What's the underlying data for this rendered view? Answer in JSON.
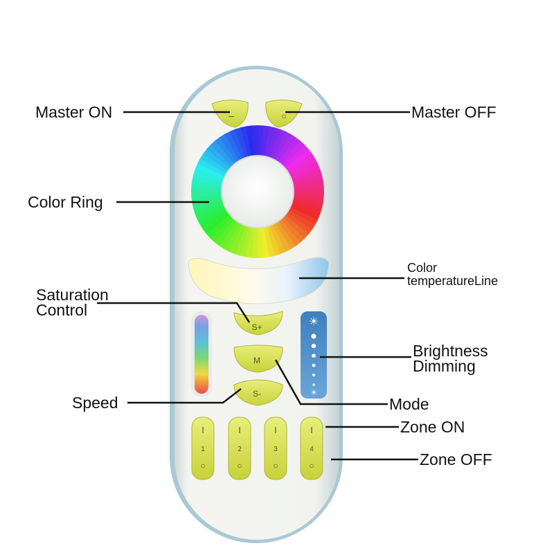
{
  "callouts": {
    "master_on": "Master ON",
    "master_off": "Master OFF",
    "color_ring": "Color Ring",
    "color_temp_line1": "Color",
    "color_temp_line2": "temperatureLine",
    "saturation_line1": "Saturation",
    "saturation_line2": "Control",
    "brightness_line1": "Brightness",
    "brightness_line2": "Dimming",
    "speed": "Speed",
    "mode": "Mode",
    "zone_on": "Zone ON",
    "zone_off": "Zone OFF"
  },
  "buttons": {
    "master_on_glyph": "–",
    "master_off_glyph": "○",
    "saturation_up": "S+",
    "mode": "M",
    "speed_down": "S-",
    "zones": [
      {
        "on": "I",
        "number": "1",
        "off": "○"
      },
      {
        "on": "I",
        "number": "2",
        "off": "○"
      },
      {
        "on": "I",
        "number": "3",
        "off": "○"
      },
      {
        "on": "I",
        "number": "4",
        "off": "○"
      }
    ],
    "brightness_top_glyph": "☀",
    "brightness_bottom_glyph": "☀"
  },
  "colors": {
    "button_green": "#d6e04a",
    "remote_body": "#f1f2ee",
    "remote_edge": "#8fb8c8",
    "brightness_strip": "#4f8fc6",
    "leader_line": "#111111"
  }
}
